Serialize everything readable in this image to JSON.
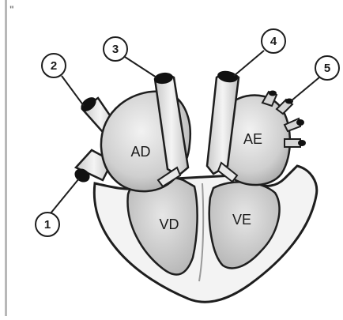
{
  "diagram": {
    "chambers": {
      "ad": "AD",
      "ae": "AE",
      "vd": "VD",
      "ve": "VE"
    },
    "callouts": {
      "c1": "1",
      "c2": "2",
      "c3": "3",
      "c4": "4",
      "c5": "5"
    },
    "corner_mark": "\""
  }
}
